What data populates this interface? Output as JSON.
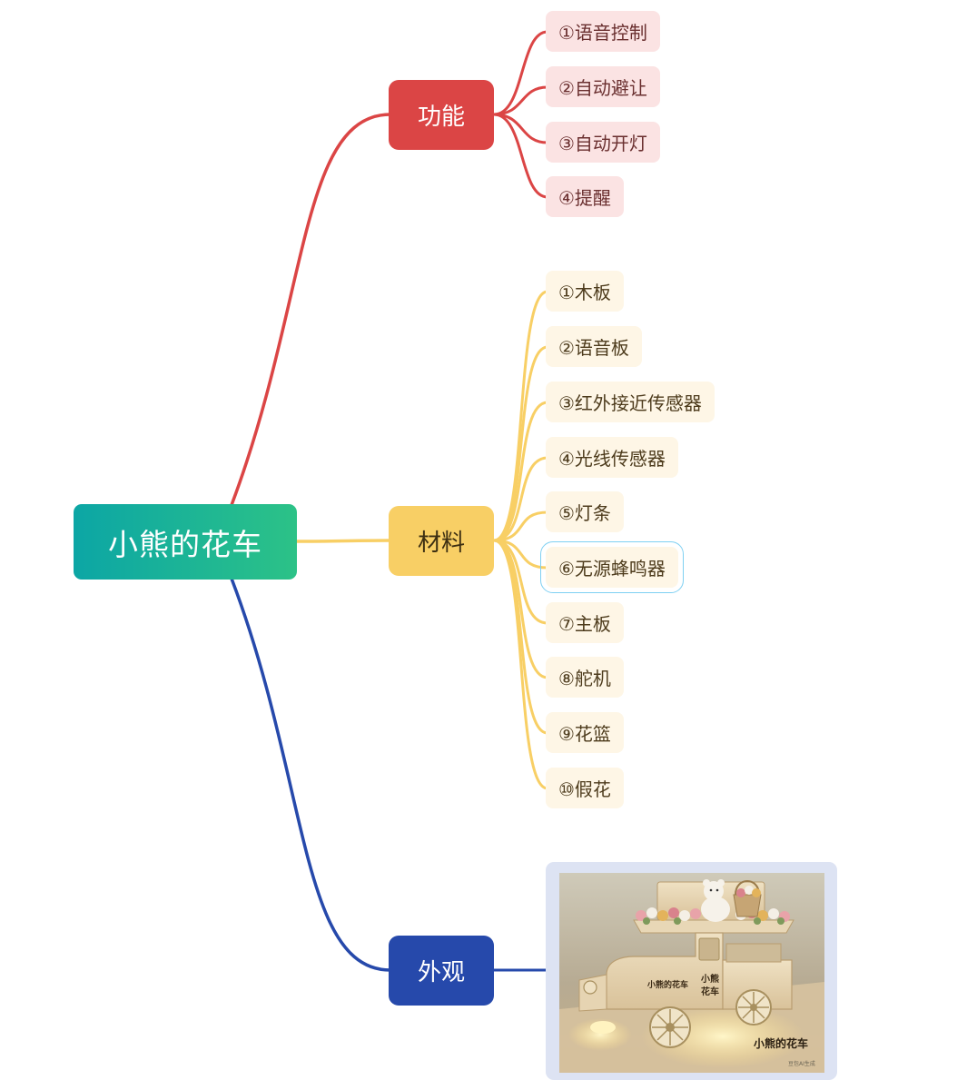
{
  "root": {
    "label": "小熊的花车"
  },
  "branches": {
    "function": {
      "label": "功能",
      "color": "#db4545",
      "items": [
        "①语音控制",
        "②自动避让",
        "③自动开灯",
        "④提醒"
      ]
    },
    "materials": {
      "label": "材料",
      "color": "#f8cf65",
      "items": [
        "①木板",
        "②语音板",
        "③红外接近传感器",
        "④光线传感器",
        "⑤灯条",
        "⑥无源蜂鸣器",
        "⑦主板",
        "⑧舵机",
        "⑨花篮",
        "⑩假花"
      ],
      "selected_item": "⑥无源蜂鸣器"
    },
    "appearance": {
      "label": "外观",
      "color": "#2649ab",
      "image": {
        "subject": "wooden toy flower truck with a bear, basket and flowers on a flower-decked roof, glowing headlights",
        "sign_text": "小熊的花车",
        "door_text": "小熊的花车",
        "cab_text": "小熊 花车",
        "watermark": "豆包AI生成"
      }
    }
  },
  "colors": {
    "root_start": "#0ca6a5",
    "root_end": "#2cc287"
  }
}
